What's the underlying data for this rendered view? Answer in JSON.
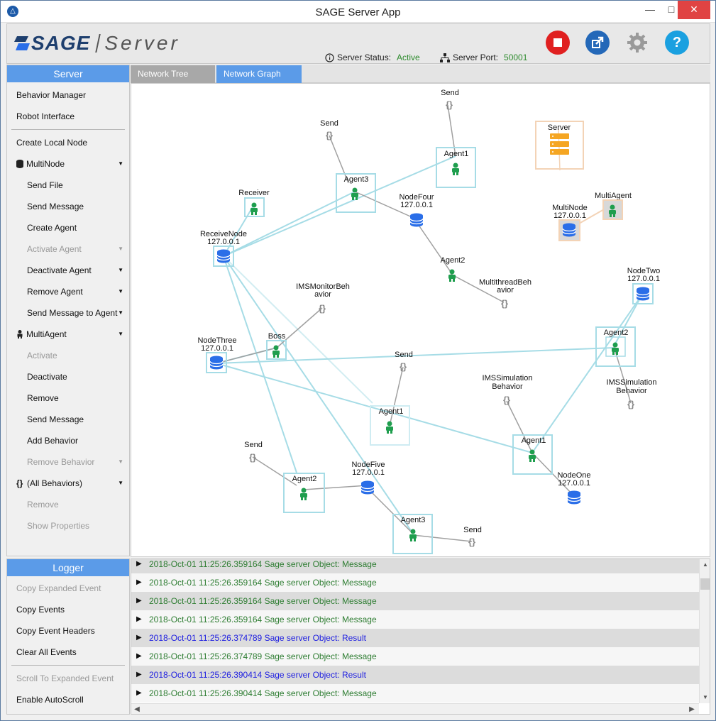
{
  "window": {
    "title": "SAGE Server App",
    "minimize": "—",
    "maximize": "□",
    "close": "✕"
  },
  "header": {
    "logo_mark": "SAGE",
    "logo_sub": "Server",
    "status_label": "Server Status:",
    "status_value": "Active",
    "port_label": "Server Port:",
    "port_value": "50001",
    "buttons": [
      "stop-icon",
      "open-icon",
      "gear-icon",
      "help-icon"
    ],
    "help_glyph": "?"
  },
  "sidebar": {
    "title": "Server",
    "items": [
      {
        "label": "Behavior Manager",
        "disabled": false
      },
      {
        "label": "Robot Interface",
        "disabled": false
      },
      {
        "label": "Create Local Node",
        "disabled": false
      },
      {
        "label": "MultiNode",
        "disabled": false
      },
      {
        "label": "Send File",
        "disabled": false
      },
      {
        "label": "Send Message",
        "disabled": false
      },
      {
        "label": "Create Agent",
        "disabled": false
      },
      {
        "label": "Activate Agent",
        "disabled": true
      },
      {
        "label": "Deactivate Agent",
        "disabled": false
      },
      {
        "label": "Remove Agent",
        "disabled": false
      },
      {
        "label": "Send Message to Agent",
        "disabled": false
      },
      {
        "label": "MultiAgent",
        "disabled": false
      },
      {
        "label": "Activate",
        "disabled": true
      },
      {
        "label": "Deactivate",
        "disabled": false
      },
      {
        "label": "Remove",
        "disabled": false
      },
      {
        "label": "Send Message",
        "disabled": false
      },
      {
        "label": "Add Behavior",
        "disabled": false
      },
      {
        "label": "Remove Behavior",
        "disabled": true
      },
      {
        "label": "(All Behaviors)",
        "disabled": false
      },
      {
        "label": "Remove",
        "disabled": true
      },
      {
        "label": "Show Properties",
        "disabled": true
      }
    ],
    "behaviors_glyph": "{}"
  },
  "tabs": [
    {
      "label": "Network Tree View",
      "active": false
    },
    {
      "label": "Network Graph View",
      "active": true
    }
  ],
  "graph": {
    "colors": {
      "edge": "#a6dce6",
      "node": "#2a6ee8",
      "agent": "#1f9e4e",
      "behavior": "#888888",
      "server": "#f5a623"
    },
    "labels": {
      "send_top": "Send",
      "send_left": "Send",
      "agent1_top": "Agent1",
      "agent3_top": "Agent3",
      "nodefour": "NodeFour",
      "nodefour_ip": "127.0.0.1",
      "receiver": "Receiver",
      "receivenode": "ReceiveNode",
      "receivenode_ip": "127.0.0.1",
      "agent2_mid": "Agent2",
      "multithread1": "MultithreadBeh",
      "multithread2": "avior",
      "server": "Server",
      "multinode": "MultiNode",
      "multinode_ip": "127.0.0.1",
      "multiagent": "MultiAgent",
      "nodetwo": "NodeTwo",
      "nodetwo_ip": "127.0.0.1",
      "imsmonitor1": "IMSMonitorBeh",
      "imsmonitor2": "avior",
      "nodethree": "NodeThree",
      "nodethree_ip": "127.0.0.1",
      "boss": "Boss",
      "send_center": "Send",
      "agent2_right": "Agent2",
      "imssim_a1": "IMSSimulation",
      "imssim_a2": "Behavior",
      "imssim_b1": "IMSSimulation",
      "imssim_b2": "Behavior",
      "agent1_center": "Agent1",
      "agent1_right": "Agent1",
      "nodeone": "NodeOne",
      "nodeone_ip": "127.0.0.1",
      "send_bl": "Send",
      "agent2_bl": "Agent2",
      "nodefive": "NodeFive",
      "nodefive_ip": "127.0.0.1",
      "agent3_bottom": "Agent3",
      "send_br": "Send",
      "braces": "{}"
    }
  },
  "logger": {
    "title": "Logger",
    "items": [
      {
        "label": "Copy Expanded Event",
        "disabled": true
      },
      {
        "label": "Copy Events",
        "disabled": false
      },
      {
        "label": "Copy Event Headers",
        "disabled": false
      },
      {
        "label": "Clear All Events",
        "disabled": false
      },
      {
        "label": "Scroll To Expanded Event",
        "disabled": true
      },
      {
        "label": "Enable AutoScroll",
        "disabled": false
      }
    ],
    "rows": [
      {
        "text": "2018-Oct-01 11:25:26.359164 Sage server Object: Message",
        "color": "#2e7d32"
      },
      {
        "text": "2018-Oct-01 11:25:26.359164 Sage server Object: Message",
        "color": "#2e7d32"
      },
      {
        "text": "2018-Oct-01 11:25:26.359164 Sage server Object: Message",
        "color": "#2e7d32"
      },
      {
        "text": "2018-Oct-01 11:25:26.359164 Sage server Object: Message",
        "color": "#2e7d32"
      },
      {
        "text": "2018-Oct-01 11:25:26.374789 Sage server Object: Result",
        "color": "#2020e0"
      },
      {
        "text": "2018-Oct-01 11:25:26.374789 Sage server Object: Message",
        "color": "#2e7d32"
      },
      {
        "text": "2018-Oct-01 11:25:26.390414 Sage server Object: Result",
        "color": "#2020e0"
      },
      {
        "text": "2018-Oct-01 11:25:26.390414 Sage server Object: Message",
        "color": "#2e7d32"
      }
    ]
  }
}
